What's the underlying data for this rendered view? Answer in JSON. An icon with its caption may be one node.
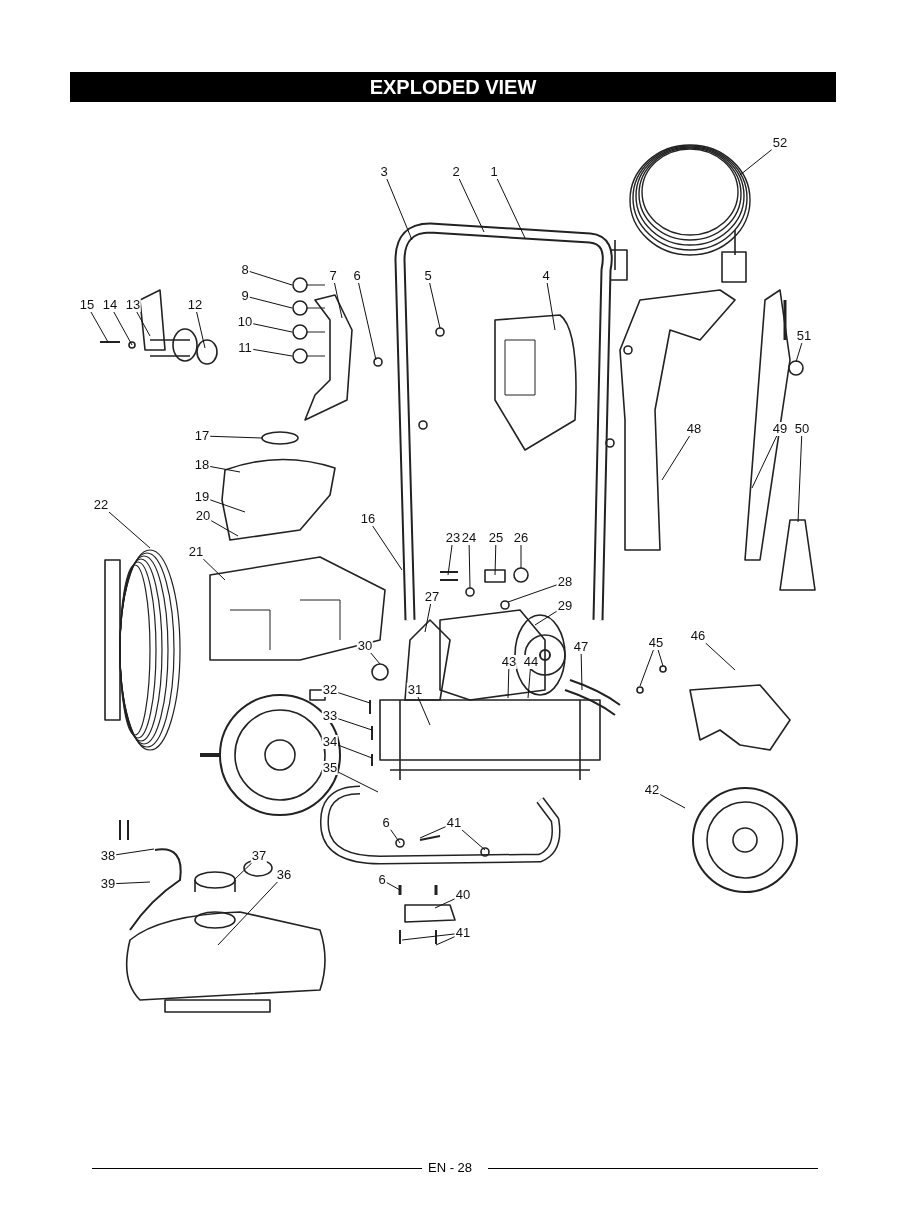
{
  "diagram": {
    "title": "EXPLODED VIEW",
    "nodes": [
      {
        "text": [
          "52"
        ]
      },
      {
        "text": [
          "3"
        ]
      },
      {
        "text": [
          "2"
        ]
      },
      {
        "text": [
          "1"
        ]
      },
      {
        "text": [
          "4"
        ]
      },
      {
        "text": [
          "5"
        ]
      },
      {
        "text": [
          "6"
        ]
      },
      {
        "text": [
          "7"
        ]
      },
      {
        "text": [
          "8"
        ]
      },
      {
        "text": [
          "9"
        ]
      },
      {
        "text": [
          "10"
        ]
      },
      {
        "text": [
          "11"
        ]
      },
      {
        "text": [
          "12"
        ]
      },
      {
        "text": [
          "13"
        ]
      },
      {
        "text": [
          "14"
        ]
      },
      {
        "text": [
          "15"
        ]
      },
      {
        "text": [
          "51"
        ]
      },
      {
        "text": [
          "17"
        ]
      },
      {
        "text": [
          "48"
        ]
      },
      {
        "text": [
          "49"
        ]
      },
      {
        "text": [
          "50"
        ]
      },
      {
        "text": [
          "18"
        ]
      },
      {
        "text": [
          "19"
        ]
      },
      {
        "text": [
          "22"
        ]
      },
      {
        "text": [
          "20"
        ]
      },
      {
        "text": [
          "16"
        ]
      },
      {
        "text": [
          "23"
        ]
      },
      {
        "text": [
          "24"
        ]
      },
      {
        "text": [
          "25"
        ]
      },
      {
        "text": [
          "26"
        ]
      },
      {
        "text": [
          "21"
        ]
      },
      {
        "text": [
          "28"
        ]
      },
      {
        "text": [
          "29"
        ]
      },
      {
        "text": [
          "27"
        ]
      },
      {
        "text": [
          "46"
        ]
      },
      {
        "text": [
          "45"
        ]
      },
      {
        "text": [
          "47"
        ]
      },
      {
        "text": [
          "43"
        ]
      },
      {
        "text": [
          "44"
        ]
      },
      {
        "text": [
          "30"
        ]
      },
      {
        "text": [
          "32"
        ]
      },
      {
        "text": [
          "31"
        ]
      },
      {
        "text": [
          "33"
        ]
      },
      {
        "text": [
          "34"
        ]
      },
      {
        "text": [
          "35"
        ]
      },
      {
        "text": [
          "42"
        ]
      },
      {
        "text": [
          "6"
        ]
      },
      {
        "text": [
          "41"
        ]
      },
      {
        "text": [
          "38"
        ]
      },
      {
        "text": [
          "37"
        ]
      },
      {
        "text": [
          "39"
        ]
      },
      {
        "text": [
          "36"
        ]
      },
      {
        "text": [
          "6"
        ]
      },
      {
        "text": [
          "40"
        ]
      },
      {
        "text": [
          "41"
        ]
      }
    ],
    "edges": [
      {
        "from": 0,
        "to": null,
        "arrow": "none"
      },
      {
        "from": 1,
        "to": null,
        "arrow": "none"
      },
      {
        "from": 2,
        "to": null,
        "arrow": "none"
      },
      {
        "from": 3,
        "to": null,
        "arrow": "none"
      },
      {
        "from": 4,
        "to": null,
        "arrow": "none"
      },
      {
        "from": 5,
        "to": null,
        "arrow": "none"
      },
      {
        "from": 6,
        "to": null,
        "arrow": "none"
      },
      {
        "from": 7,
        "to": null,
        "arrow": "none"
      },
      {
        "from": 8,
        "to": null,
        "arrow": "none"
      },
      {
        "from": 9,
        "to": null,
        "arrow": "none"
      },
      {
        "from": 10,
        "to": null,
        "arrow": "none"
      },
      {
        "from": 11,
        "to": null,
        "arrow": "none"
      },
      {
        "from": 12,
        "to": null,
        "arrow": "none"
      },
      {
        "from": 13,
        "to": null,
        "arrow": "none"
      },
      {
        "from": 14,
        "to": null,
        "arrow": "none"
      },
      {
        "from": 15,
        "to": null,
        "arrow": "none"
      },
      {
        "from": 16,
        "to": null,
        "arrow": "none"
      },
      {
        "from": 17,
        "to": null,
        "arrow": "none"
      },
      {
        "from": 18,
        "to": null,
        "arrow": "none"
      },
      {
        "from": 19,
        "to": null,
        "arrow": "none"
      },
      {
        "from": 20,
        "to": null,
        "arrow": "none"
      },
      {
        "from": 21,
        "to": null,
        "arrow": "none"
      },
      {
        "from": 22,
        "to": null,
        "arrow": "none"
      },
      {
        "from": 23,
        "to": null,
        "arrow": "none"
      },
      {
        "from": 24,
        "to": null,
        "arrow": "none"
      },
      {
        "from": 25,
        "to": null,
        "arrow": "none"
      },
      {
        "from": 26,
        "to": null,
        "arrow": "none"
      },
      {
        "from": 27,
        "to": null,
        "arrow": "none"
      },
      {
        "from": 28,
        "to": null,
        "arrow": "none"
      },
      {
        "from": 29,
        "to": null,
        "arrow": "none"
      },
      {
        "from": 30,
        "to": null,
        "arrow": "none"
      },
      {
        "from": 31,
        "to": null,
        "arrow": "none"
      },
      {
        "from": 32,
        "to": null,
        "arrow": "none"
      },
      {
        "from": 33,
        "to": null,
        "arrow": "none"
      },
      {
        "from": 34,
        "to": null,
        "arrow": "none"
      },
      {
        "from": 35,
        "to": null,
        "arrow": "none"
      },
      {
        "from": 35,
        "to": null,
        "arrow": "none"
      },
      {
        "from": 36,
        "to": null,
        "arrow": "none"
      },
      {
        "from": 37,
        "to": null,
        "arrow": "none"
      },
      {
        "from": 38,
        "to": null,
        "arrow": "none"
      },
      {
        "from": 39,
        "to": null,
        "arrow": "none"
      },
      {
        "from": 40,
        "to": null,
        "arrow": "none"
      },
      {
        "from": 41,
        "to": null,
        "arrow": "none"
      },
      {
        "from": 42,
        "to": null,
        "arrow": "none"
      },
      {
        "from": 43,
        "to": null,
        "arrow": "none"
      },
      {
        "from": 44,
        "to": null,
        "arrow": "none"
      },
      {
        "from": 45,
        "to": null,
        "arrow": "none"
      },
      {
        "from": 46,
        "to": null,
        "arrow": "none"
      },
      {
        "from": 47,
        "to": null,
        "arrow": "none"
      },
      {
        "from": 47,
        "to": null,
        "arrow": "none"
      },
      {
        "from": 48,
        "to": null,
        "arrow": "none"
      },
      {
        "from": 49,
        "to": null,
        "arrow": "none"
      },
      {
        "from": 50,
        "to": null,
        "arrow": "none"
      },
      {
        "from": 51,
        "to": null,
        "arrow": "none"
      },
      {
        "from": 52,
        "to": null,
        "arrow": "none"
      },
      {
        "from": 53,
        "to": null,
        "arrow": "none"
      },
      {
        "from": 54,
        "to": null,
        "arrow": "none"
      },
      {
        "from": 54,
        "to": null,
        "arrow": "none"
      }
    ],
    "labels": [
      "EN - 28"
    ]
  }
}
